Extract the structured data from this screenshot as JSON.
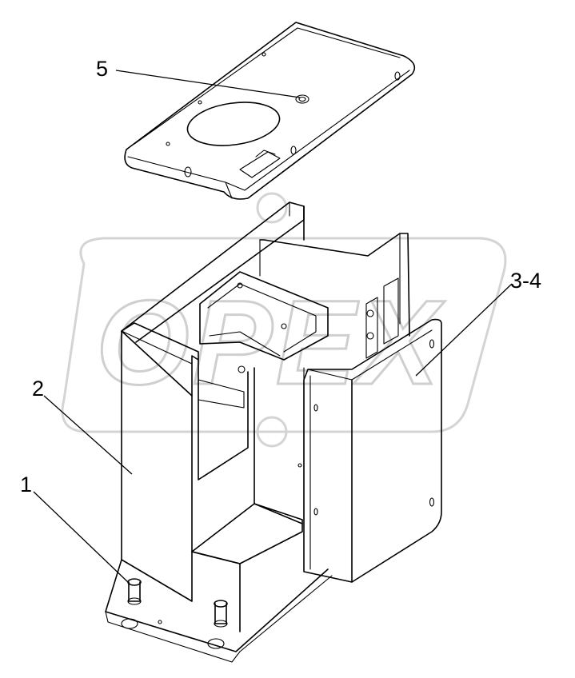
{
  "diagram": {
    "callouts": [
      "5",
      "3-4",
      "2",
      "1"
    ],
    "watermark_text": "OPEX"
  }
}
